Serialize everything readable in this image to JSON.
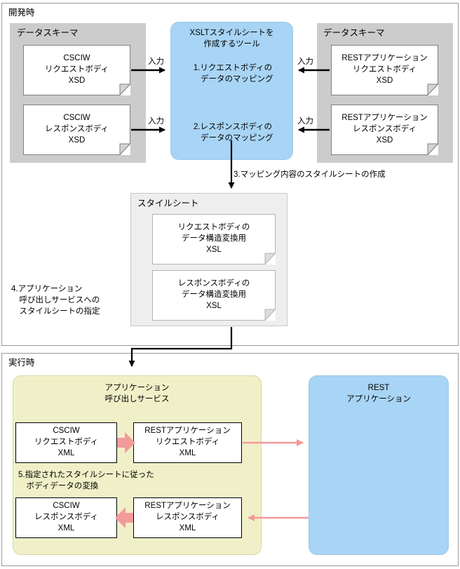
{
  "phases": {
    "development": {
      "label": "開発時"
    },
    "runtime": {
      "label": "実行時"
    }
  },
  "dev": {
    "left_schema": {
      "title": "データスキーマ",
      "docs": [
        {
          "text": "CSCIW\nリクエストボディ\nXSD"
        },
        {
          "text": "CSCIW\nレスポンスボディ\nXSD"
        }
      ]
    },
    "right_schema": {
      "title": "データスキーマ",
      "docs": [
        {
          "text": "RESTアプリケーション\nリクエストボディ\nXSD"
        },
        {
          "text": "RESTアプリケーション\nレスポンスボディ\nXSD"
        }
      ]
    },
    "tool": {
      "title": "XSLTスタイルシートを\n作成するツール",
      "steps": [
        {
          "text": "1.リクエストボディの\n　データのマッピング"
        },
        {
          "text": "2.レスポンスボディの\n　データのマッピング"
        }
      ]
    },
    "input_labels": [
      {
        "text": "入力"
      },
      {
        "text": "入力"
      },
      {
        "text": "入力"
      },
      {
        "text": "入力"
      }
    ],
    "step3": {
      "text": "3.マッピング内容のスタイルシートの作成"
    },
    "step4": {
      "text": "4.アプリケーション\n　呼び出しサービスへの\n　スタイルシートの指定"
    },
    "stylesheet": {
      "title": "スタイルシート",
      "docs": [
        {
          "text": "リクエストボディの\nデータ構造変換用\nXSL"
        },
        {
          "text": "レスポンスボディの\nデータ構造変換用\nXSL"
        }
      ]
    }
  },
  "runtime": {
    "service": {
      "title": "アプリケーション\n呼び出しサービス"
    },
    "boxes": {
      "csciw_request": {
        "text": "CSCIW\nリクエストボディ\nXML"
      },
      "rest_request": {
        "text": "RESTアプリケーション\nリクエストボディ\nXML"
      },
      "csciw_response": {
        "text": "CSCIW\nレスポンスボディ\nXML"
      },
      "rest_response": {
        "text": "RESTアプリケーション\nレスポンスボディ\nXML"
      }
    },
    "step5": {
      "text": "5.指定されたスタイルシートに従った\n　ボディデータの変換"
    },
    "rest_app": {
      "title": "REST\nアプリケーション"
    }
  },
  "colors": {
    "blue_fill": "#a8d4f5",
    "yellow_fill": "#f0f0c8",
    "gray_group": "#cccccc",
    "light_group": "#eeeeee",
    "pink_arrow": "#f39a9a",
    "frame_border": "#9a9a9a",
    "black": "#000000"
  },
  "icons": {
    "arrow_right": "arrow-right-icon",
    "arrow_left": "arrow-left-icon",
    "arrow_down": "arrow-down-icon",
    "folded_corner": "folded-corner-icon"
  }
}
